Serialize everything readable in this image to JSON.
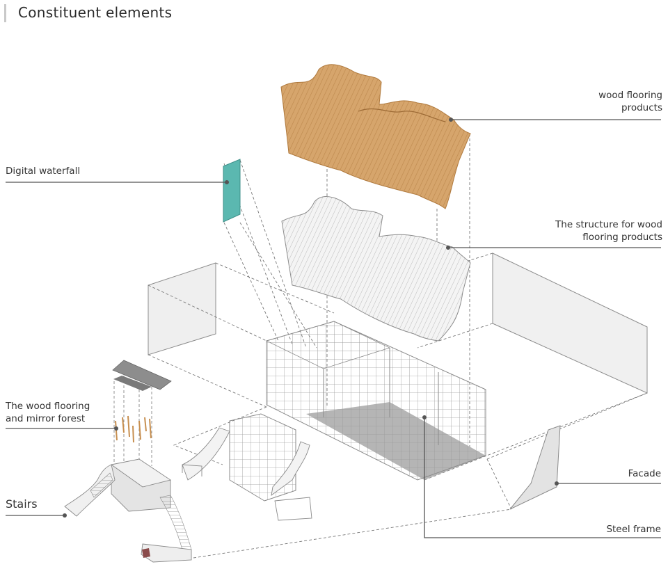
{
  "page_title": "Constituent elements",
  "labels": {
    "wood_flooring_products": "wood flooring\nproducts",
    "digital_waterfall": "Digital waterfall",
    "structure_wood_flooring": "The structure for wood\nflooring products",
    "wood_flooring_mirror_forest": "The wood flooring\nand mirror forest",
    "stairs": "Stairs",
    "facade": "Facade",
    "steel_frame": "Steel frame"
  },
  "colors": {
    "wood": "#d4a36a",
    "wood_dark": "#b98248",
    "waterfall": "#5bb8b0",
    "frame_fill": "#b5b5b5",
    "leader": "#555555",
    "wall": "#eeeeee"
  }
}
